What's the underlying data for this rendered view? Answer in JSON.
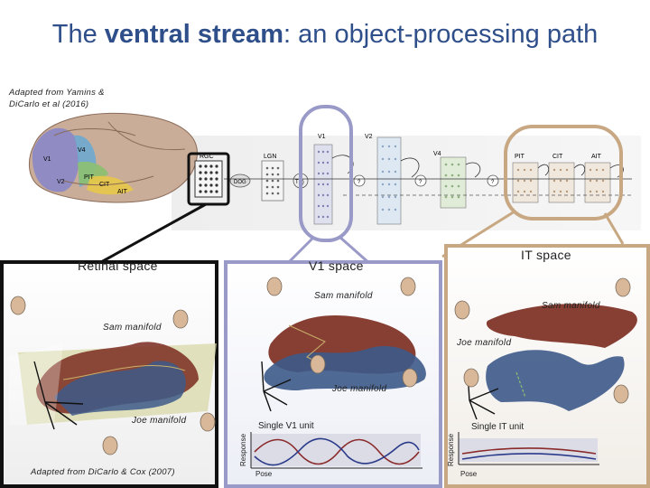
{
  "title": {
    "pre": "The ",
    "bold": "ventral stream",
    "post": ": an object-processing path"
  },
  "citations": {
    "top_line1": "Adapted from Yamins &",
    "top_line2": "DiCarlo et al (2016)",
    "bottom": "Adapted from DiCarlo & Cox (2007)"
  },
  "brain": {
    "areas": [
      "V1",
      "V2",
      "V4",
      "PIT",
      "CIT",
      "AIT"
    ]
  },
  "pipeline": {
    "stages": [
      "RGC",
      "LGN",
      "V1",
      "V2",
      "V4",
      "PIT",
      "CIT",
      "AIT"
    ],
    "ops": [
      "DOG",
      "T(•)",
      "?",
      "?",
      "?"
    ]
  },
  "panels": {
    "retinal": {
      "label": "Retinal space",
      "sam": "Sam manifold",
      "joe": "Joe manifold"
    },
    "v1": {
      "label": "V1 space",
      "sam": "Sam manifold",
      "joe": "Joe manifold",
      "unit": "Single V1 unit",
      "xlabel": "Pose",
      "ylabel": "Response"
    },
    "it": {
      "label": "IT space",
      "sam": "Sam manifold",
      "joe": "Joe manifold",
      "unit": "Single IT unit",
      "xlabel": "Pose",
      "ylabel": "Response"
    }
  },
  "colors": {
    "title": "#2f4f8a",
    "v1_highlight": "#9a9ac8",
    "it_highlight": "#c8a882",
    "retinal_frame": "#111111",
    "sam_manifold": "#7a2a1e",
    "joe_manifold": "#3d5a8a"
  }
}
